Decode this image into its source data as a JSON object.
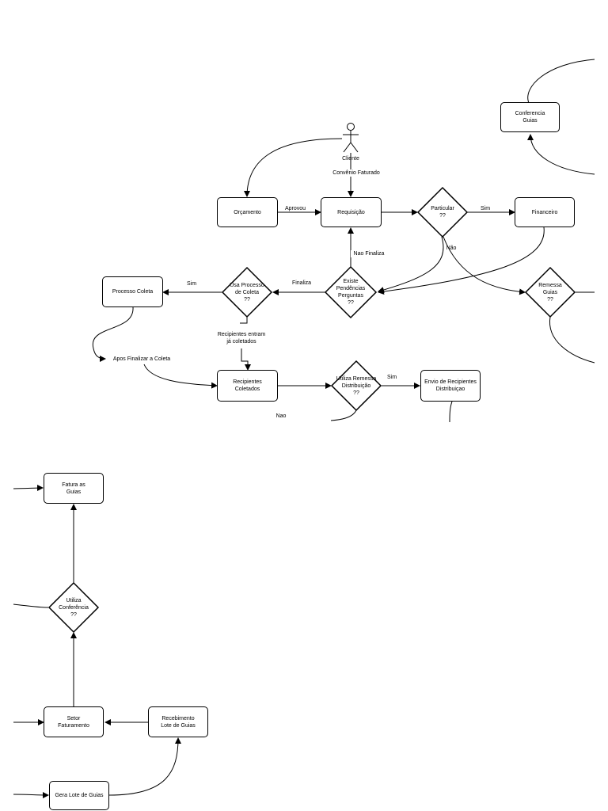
{
  "nodes": {
    "conferencia_guias": "Conferencia\nGuias",
    "cliente": "Cliente",
    "orcamento": "Orçamento",
    "requisicao": "Requisição",
    "particular": "Particular\n??",
    "financeiro": "Financeiro",
    "processo_coleta": "Processo Coleta",
    "usa_processo_coleta": "Usa Processo\nde Coleta\n??",
    "existe_pendencias": "Existe\nPendências\nPerguntas\n??",
    "remessa_guias": "Remessa\nGuias\n??",
    "recipientes_coletados": "Recipientes\nColetados",
    "utiliza_remessa": "Utiliza Remessa\nDistribuição\n??",
    "envio_recipientes": "Envio de Recipientes\nDistribuiçao",
    "fatura_guias": "Fatura as\nGuias",
    "utiliza_conferencia": "Utiliza\nConferência\n??",
    "setor_faturamento": "Setor\nFaturamento",
    "recebimento_lote": "Recebimento\nLote de Guias",
    "gera_lote": "Gera Lote de Guias"
  },
  "edge_labels": {
    "convenio_faturado": "Convênio Faturado",
    "aprovou": "Aprovou",
    "sim_financeiro": "Sim",
    "nao_particular": "Não",
    "nao_finaliza": "Nao Finaliza",
    "finaliza": "Finaliza",
    "sim_coleta": "Sim",
    "recipientes_entram": "Recipientes entram\njá coletados",
    "apos_finalizar": "Apos Finalizar a Coleta",
    "sim_remessa": "Sim",
    "nao_remessa": "Nao"
  }
}
